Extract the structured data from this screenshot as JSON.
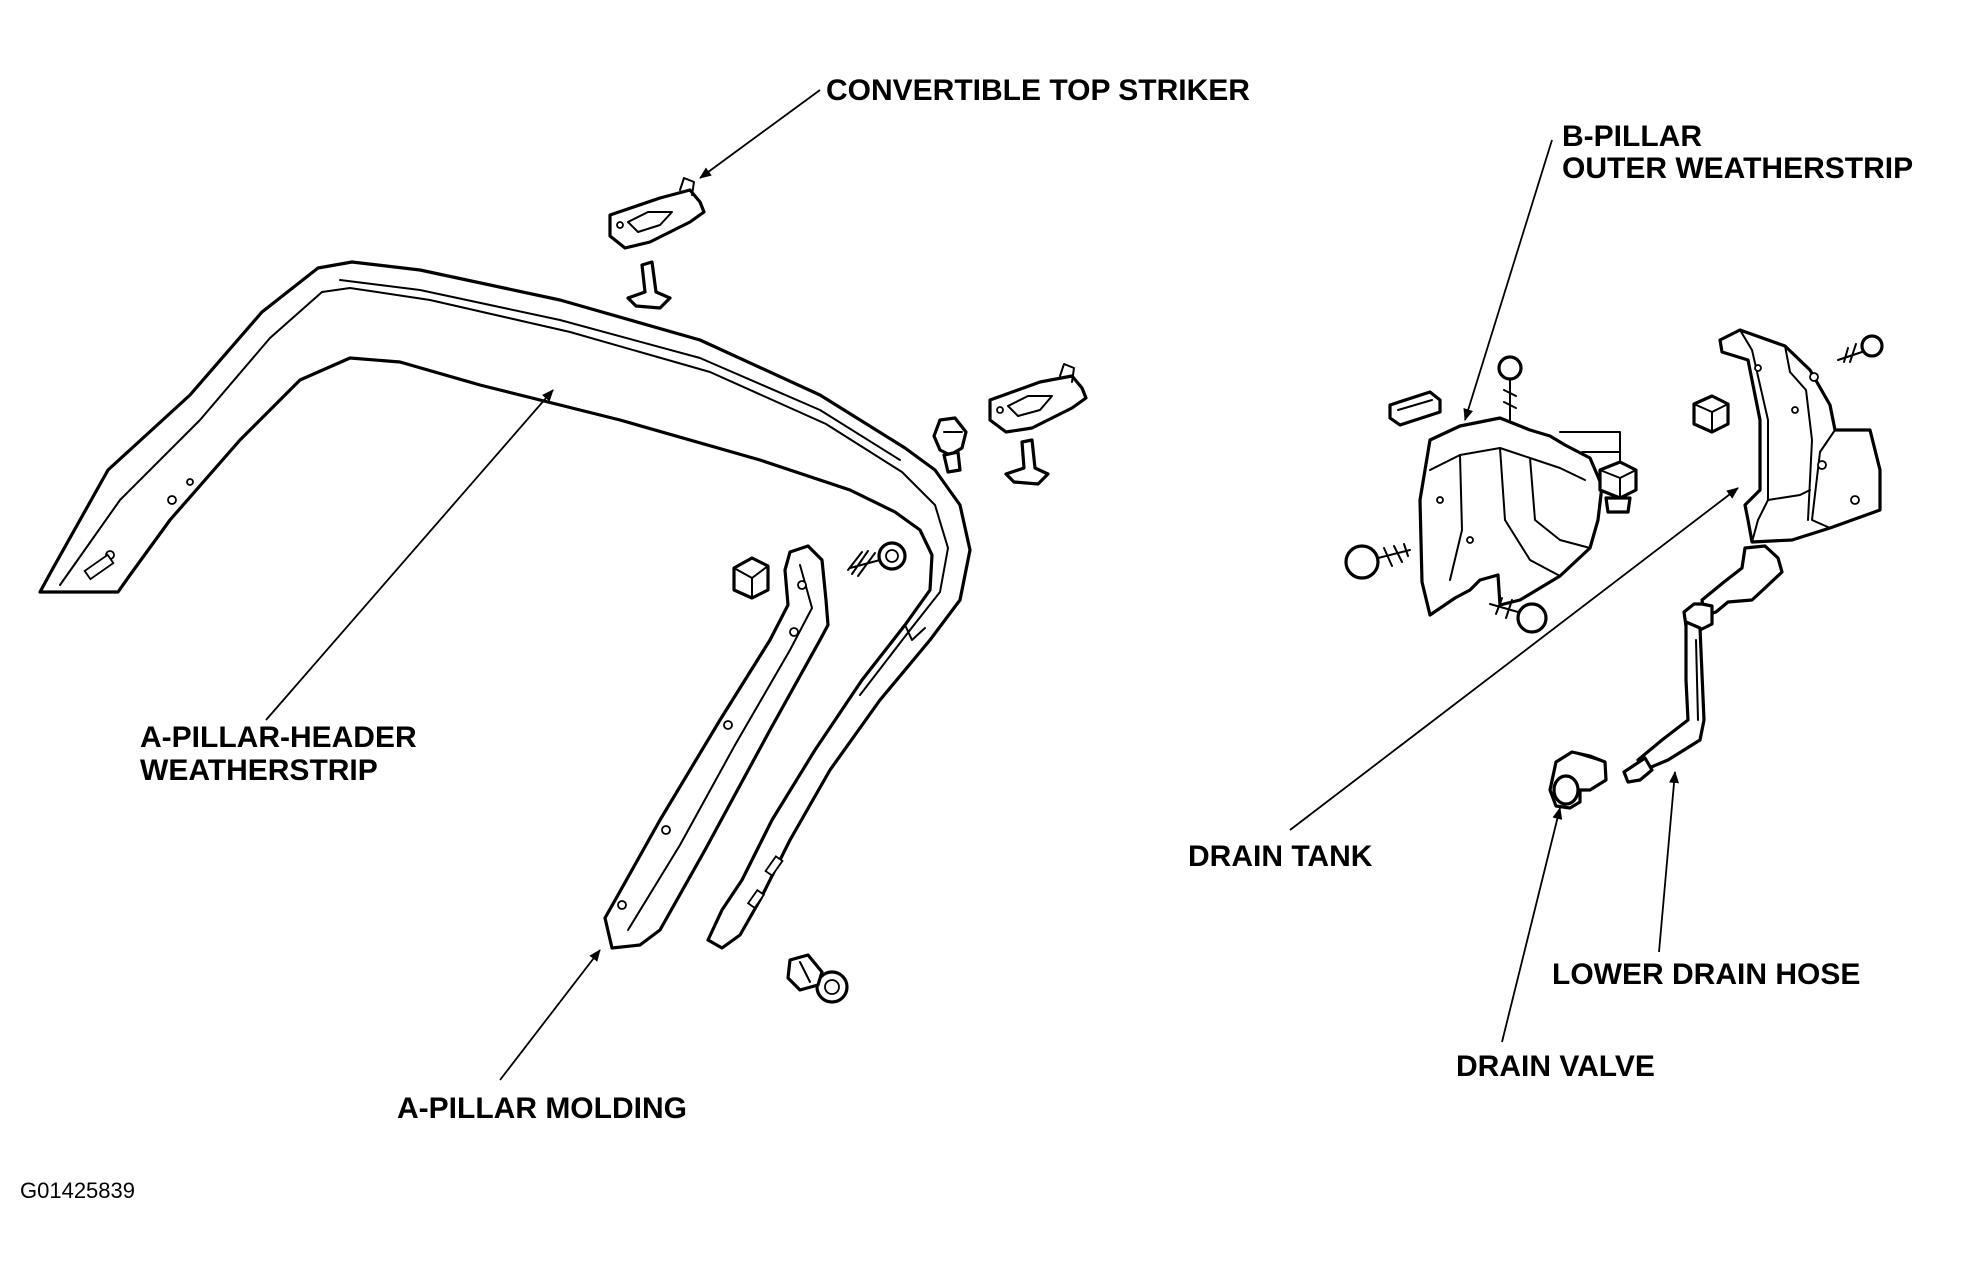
{
  "labels": {
    "convertible_top_striker": "CONVERTIBLE TOP STRIKER",
    "b_pillar_weatherstrip_line1": "B-PILLAR",
    "b_pillar_weatherstrip_line2": "OUTER WEATHERSTRIP",
    "a_pillar_header_line1": "A-PILLAR-HEADER",
    "a_pillar_header_line2": "WEATHERSTRIP",
    "drain_tank": "DRAIN TANK",
    "lower_drain_hose": "LOWER DRAIN HOSE",
    "drain_valve": "DRAIN VALVE",
    "a_pillar_molding": "A-PILLAR MOLDING"
  },
  "figure_id": "G01425839",
  "colors": {
    "ink": "#000000",
    "paper": "#ffffff"
  }
}
